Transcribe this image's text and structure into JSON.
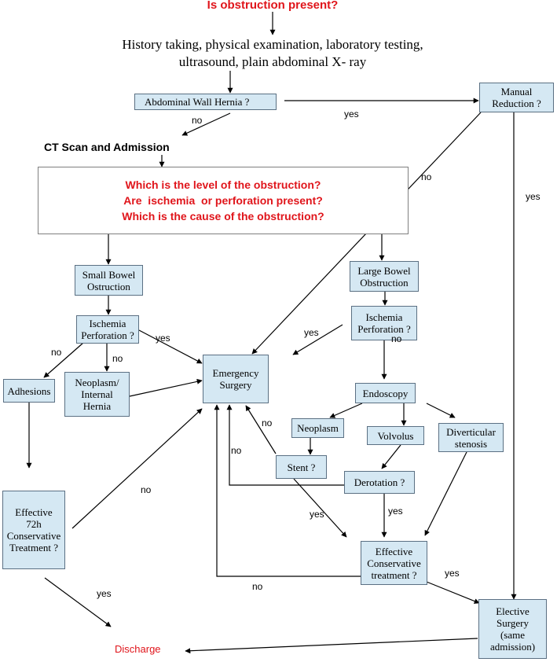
{
  "title": "Is obstruction present?",
  "workup": "History taking, physical examination, laboratory testing,\nultrasound, plain abdominal X- ray",
  "ct_label": "CT Scan and Admission",
  "questions": [
    "Which is the level of the obstruction?",
    "Are  ischemia  or perforation present?",
    "Which is the cause of the obstruction?"
  ],
  "nodes": {
    "hernia": "Abdominal Wall  Hernia ?",
    "manual_reduction": "Manual\nReduction ?",
    "small_bowel": "Small Bowel\nOstruction",
    "large_bowel": "Large Bowel\nObstruction",
    "ischemia_small": "Ischemia\nPerforation ?",
    "ischemia_large": "Ischemia\nPerforation ?",
    "emergency_surgery": "Emergency\nSurgery",
    "adhesions": "Adhesions",
    "neoplasm_hernia": "Neoplasm/\nInternal\nHernia",
    "endoscopy": "Endoscopy",
    "neoplasm": "Neoplasm",
    "volvolus": "Volvolus",
    "diverticular": "Diverticular\nstenosis",
    "stent": "Stent ?",
    "derotation": "Derotation ?",
    "effective_72h": "Effective\n72h\nConservative\nTreatment ?",
    "effective_conservative": "Effective\nConservative\ntreatment ?",
    "elective_surgery": "Elective\nSurgery\n(same\nadmission)"
  },
  "discharge": "Discharge",
  "edge_labels": {
    "hernia_yes": "yes",
    "hernia_no": "no",
    "manual_no": "no",
    "manual_yes": "yes",
    "small_yes": "yes",
    "small_no_left": "no",
    "small_no_down": "no",
    "large_yes": "yes",
    "large_no": "no",
    "stent_no": "no",
    "derotation_no": "no",
    "stent_yes": "yes",
    "derotation_yes": "yes",
    "effective72_no": "no",
    "effective72_yes": "yes",
    "conservative_no": "no",
    "conservative_yes": "yes"
  },
  "colors": {
    "box_fill": "#d5e8f3",
    "box_border": "#5b7083",
    "accent_red": "#e0151b"
  }
}
